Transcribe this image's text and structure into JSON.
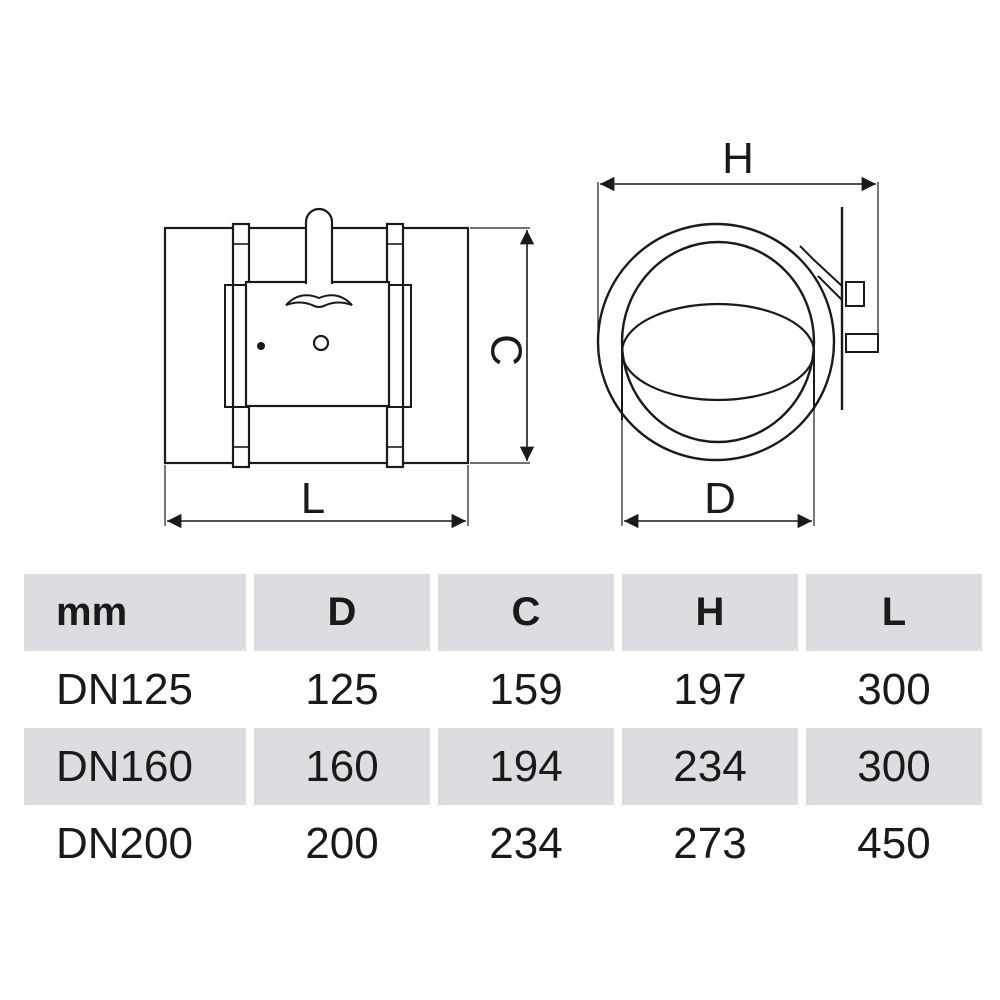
{
  "diagram": {
    "labels": {
      "height_label": "H",
      "c_label": "C",
      "length_label": "L",
      "diameter_label": "D"
    }
  },
  "table": {
    "columns": [
      "mm",
      "D",
      "C",
      "H",
      "L"
    ],
    "rows": [
      {
        "model": "DN125",
        "D": "125",
        "C": "159",
        "H": "197",
        "L": "300"
      },
      {
        "model": "DN160",
        "D": "160",
        "C": "194",
        "H": "234",
        "L": "300"
      },
      {
        "model": "DN200",
        "D": "200",
        "C": "234",
        "H": "273",
        "L": "450"
      }
    ]
  }
}
